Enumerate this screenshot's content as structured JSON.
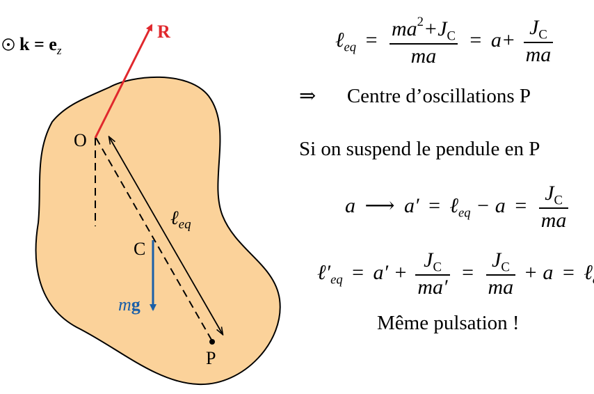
{
  "figure": {
    "axis_label": "k = e",
    "axis_label_sub": "z",
    "force_R_label": "R",
    "point_O": "O",
    "point_C": "C",
    "point_P": "P",
    "length_label": "ℓ",
    "length_label_sub": "eq",
    "weight_m": "m",
    "weight_g": "g",
    "colors": {
      "body_fill": "#fbd29a",
      "outline": "#000000",
      "reaction": "#e0282d",
      "weight": "#1a5fa8"
    }
  },
  "equations": {
    "leq_sym": "ℓ",
    "leq_sub": "eq",
    "eq1_num_a": "ma",
    "eq1_num_sup": "2",
    "eq1_num_plus": "+J",
    "eq1_num_sub": "C",
    "eq1_den": "ma",
    "eq1_mid": "a+",
    "eq1_frac2_num": "J",
    "eq1_frac2_num_sub": "C",
    "eq1_frac2_den": "ma",
    "implies_symbol": "⇒",
    "centre_text": "Centre d’oscillations P",
    "suspend_text": "Si on suspend le pendule en P",
    "eq2_a": "a",
    "eq2_arrow": "⟶",
    "eq2_aprime": "a′",
    "eq2_minus_a": "− a",
    "eq2_num": "J",
    "eq2_num_sub": "C",
    "eq2_den": "ma",
    "eq3_lhs": "ℓ′",
    "eq3_lhs_sub": "eq",
    "eq3_aprime": "a′ +",
    "eq3_f1_num": "J",
    "eq3_f1_num_sub": "C",
    "eq3_f1_den": "ma′",
    "eq3_f2_num": "J",
    "eq3_f2_num_sub": "C",
    "eq3_f2_den": "ma",
    "eq3_plus_a": "+ a",
    "eq3_rhs": "ℓ",
    "eq3_rhs_sub": "eq",
    "conclusion": "Même pulsation !"
  }
}
